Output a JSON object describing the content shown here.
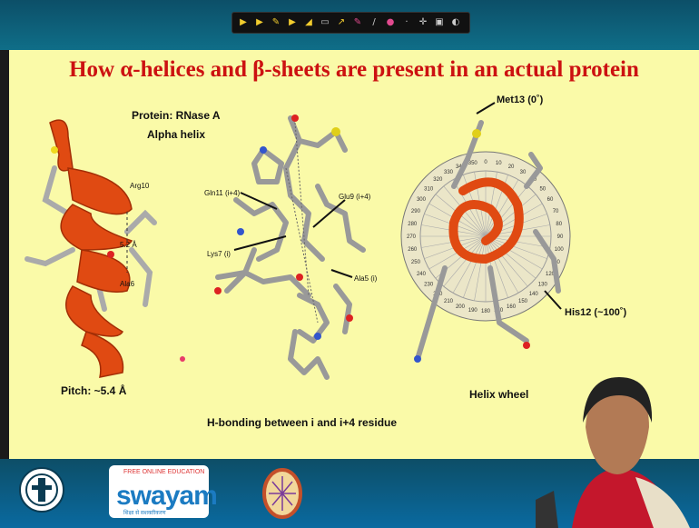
{
  "title": "How α-helices and β-sheets are present in an actual protein",
  "protein_label": "Protein: RNase A",
  "helix_label": "Alpha helix",
  "labels": {
    "arg10": "Arg10",
    "distance": "5.2 Å",
    "ala6": "Ala6",
    "pitch": "Pitch: ~5.4 Å",
    "gln11": "Gln11 (i+4)",
    "glu9": "Glu9 (i+4)",
    "lys7": "Lys7 (i)",
    "ala5": "Ala5 (i)",
    "hbond": "H-bonding between i and i+4 residue",
    "met13": "Met13 (0˚)",
    "his12": "His12 (~100˚)",
    "wheel": "Helix wheel"
  },
  "wheel_ticks": [
    "0",
    "10",
    "20",
    "30",
    "40",
    "50",
    "60",
    "70",
    "80",
    "90",
    "100",
    "110",
    "120",
    "130",
    "140",
    "150",
    "160",
    "170",
    "180",
    "190",
    "200",
    "210",
    "220",
    "230",
    "240",
    "250",
    "260",
    "270",
    "280",
    "290",
    "300",
    "310",
    "320",
    "330",
    "340",
    "350"
  ],
  "toolbar": [
    "pointer",
    "highlighter",
    "pen",
    "eraser",
    "text",
    "shapes",
    "arrow",
    "color",
    "line",
    "marker",
    "dot",
    "zoom",
    "screen",
    "settings"
  ],
  "logos": {
    "swayam_word": "swayam",
    "swayam_top": "FREE ONLINE EDUCATION",
    "swayam_tag": "शिक्षा से सशक्तीकरण"
  },
  "colors": {
    "slide_bg": "#fafaa8",
    "title": "#cc1111",
    "band": "#0c5a78",
    "helix": "#e04a12"
  }
}
